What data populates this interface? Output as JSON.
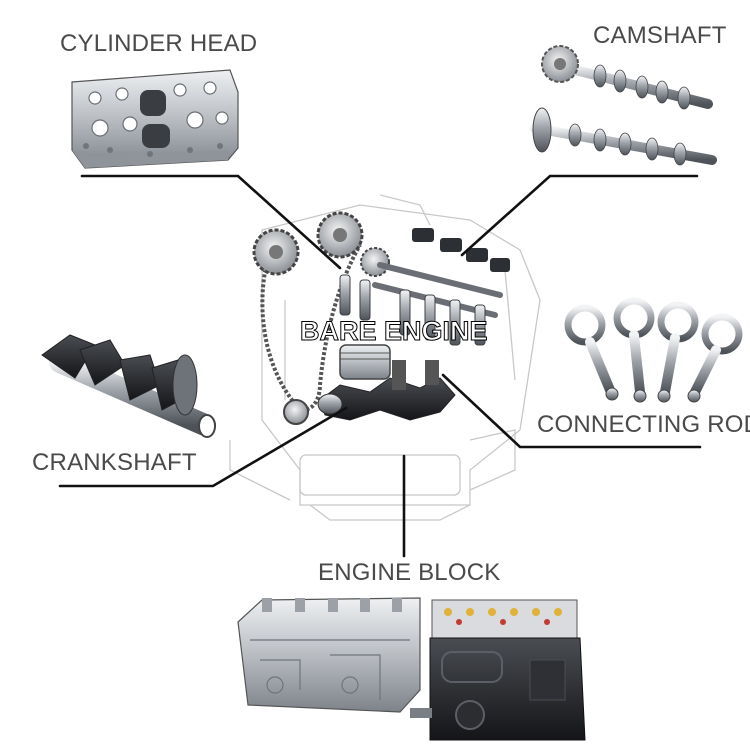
{
  "labels": {
    "cylinder_head": "CYLINDER HEAD",
    "camshaft": "CAMSHAFT",
    "crankshaft": "CRANKSHAFT",
    "connecting_rod": "CONNECTING ROD",
    "engine_block": "ENGINE BLOCK",
    "bare_engine": "BARE ENGINE"
  },
  "colors": {
    "label_text": "#4a4a4a",
    "leader_line": "#111111",
    "metal_light": "#c9ccd0",
    "metal_dark": "#5a5f66",
    "block_black": "#1f1f22"
  },
  "parts": [
    "cylinder-head",
    "camshaft",
    "crankshaft",
    "connecting-rod",
    "engine-block",
    "bare-engine"
  ]
}
